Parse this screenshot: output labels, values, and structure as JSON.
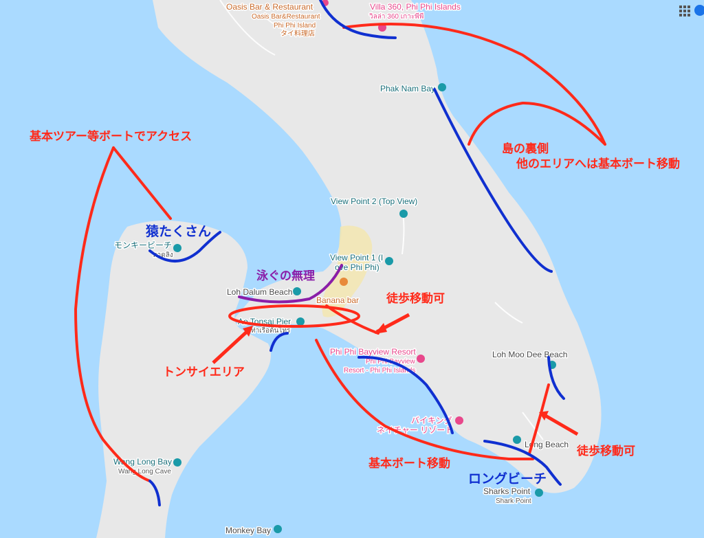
{
  "colors": {
    "sea": "#aadaff",
    "land": "#e8e8e8",
    "town": "#f3e6b0",
    "annotation_red": "#ff2a1a",
    "annotation_blue": "#1030d0",
    "annotation_purple": "#8a1ea8"
  },
  "places": {
    "oasis_1": "Oasis Bar & Restaurant",
    "oasis_2": "Oasis Bar&Restaurant",
    "oasis_3": "Phi Phi Island",
    "oasis_4": "タイ料理店",
    "villa_1": "Villa 360, Phi Phi Islands",
    "villa_2": "วิลล่า 360 เกาะพีพี",
    "phak_nam": "Phak Nam Bay",
    "view_point_2": "View Point 2 (Top View)",
    "view_point_1a": "View Point 1 (I",
    "view_point_1b": "ove Phi Phi)",
    "monkey_beach_jp": "モンキービーチ",
    "monkey_beach_th": "หาดลิง",
    "loh_dalum": "Loh Dalum Beach",
    "banana_bar": "Banana bar",
    "ao_tonsai": "Ao Tonsai Pier",
    "tonsai_th": "ท่าเรือต้นไทร",
    "bayview_1": "Phi Phi Bayview Resort",
    "bayview_2": "Phi Phi Bayview",
    "bayview_3": "Resort - Phi Phi Islands",
    "loh_moo_dee": "Loh Moo Dee Beach",
    "viking_1": "バイキング",
    "viking_2": "ネイチャー リゾート",
    "long_beach": "Long Beach",
    "wang_long_1": "Wang Long Bay",
    "wang_long_2": "Wang Long Cave",
    "sharks_1": "Sharks Point",
    "sharks_2": "Shark Point",
    "monkey_bay": "Monkey Bay"
  },
  "annotations": {
    "tour_boat": "基本ツアー等ボートでアクセス",
    "island_back_1": "島の裏側",
    "island_back_2": "他のエリアへは基本ボート移動",
    "monkeys": "猿たくさん",
    "no_swim": "泳ぐの無理",
    "walk_1": "徒歩移動可",
    "tonsai_area": "トンサイエリア",
    "basic_boat": "基本ボート移動",
    "long_beach_jp": "ロングビーチ",
    "walk_2": "徒歩移動可"
  },
  "icons": [
    "grid-menu-icon",
    "camera-pin-icon",
    "restaurant-pin-icon",
    "beach-pin-icon",
    "ferry-pin-icon",
    "bar-pin-icon"
  ]
}
